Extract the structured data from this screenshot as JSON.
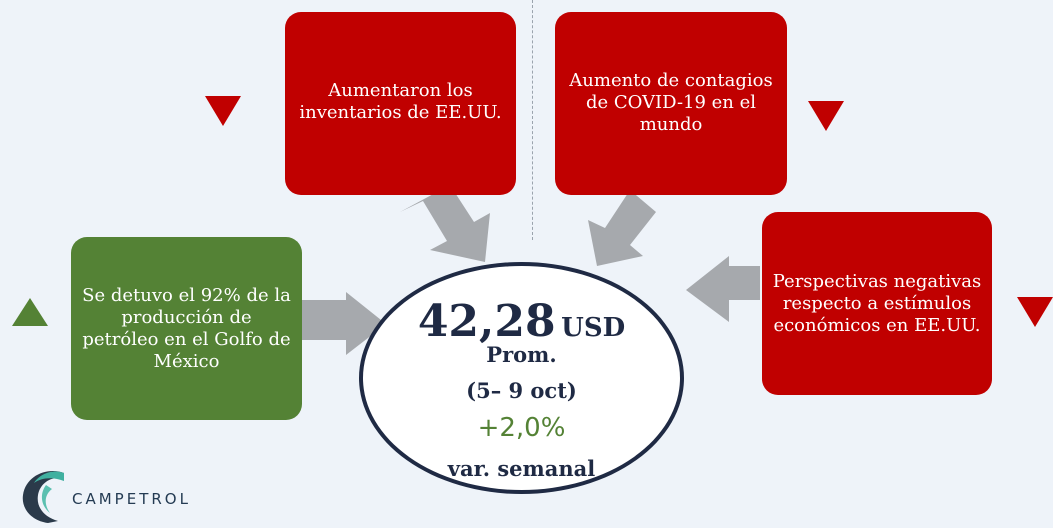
{
  "boxes": {
    "inventarios": "Aumentaron los inventarios de EE.UU.",
    "covid": "Aumento de contagios de COVID-19 en el mundo",
    "perspectivas": "Perspectivas negativas respecto a estímulos económicos en EE.UU.",
    "golfo": "Se detuvo el 92% de la producción de petróleo en el Golfo de México"
  },
  "center": {
    "price": "42,28",
    "unit": "USD",
    "prom": "Prom.",
    "period": "(5– 9 oct)",
    "change": "+2,0%",
    "change_label": "var. semanal"
  },
  "indicators": {
    "inventarios": "down",
    "covid": "down",
    "perspectivas": "down",
    "golfo": "up"
  },
  "colors": {
    "negative": "#c00000",
    "positive": "#548235",
    "arrow": "#a6a9ad",
    "circle_border": "#1f2a44"
  },
  "logo": {
    "text": "CAMPETROL"
  }
}
